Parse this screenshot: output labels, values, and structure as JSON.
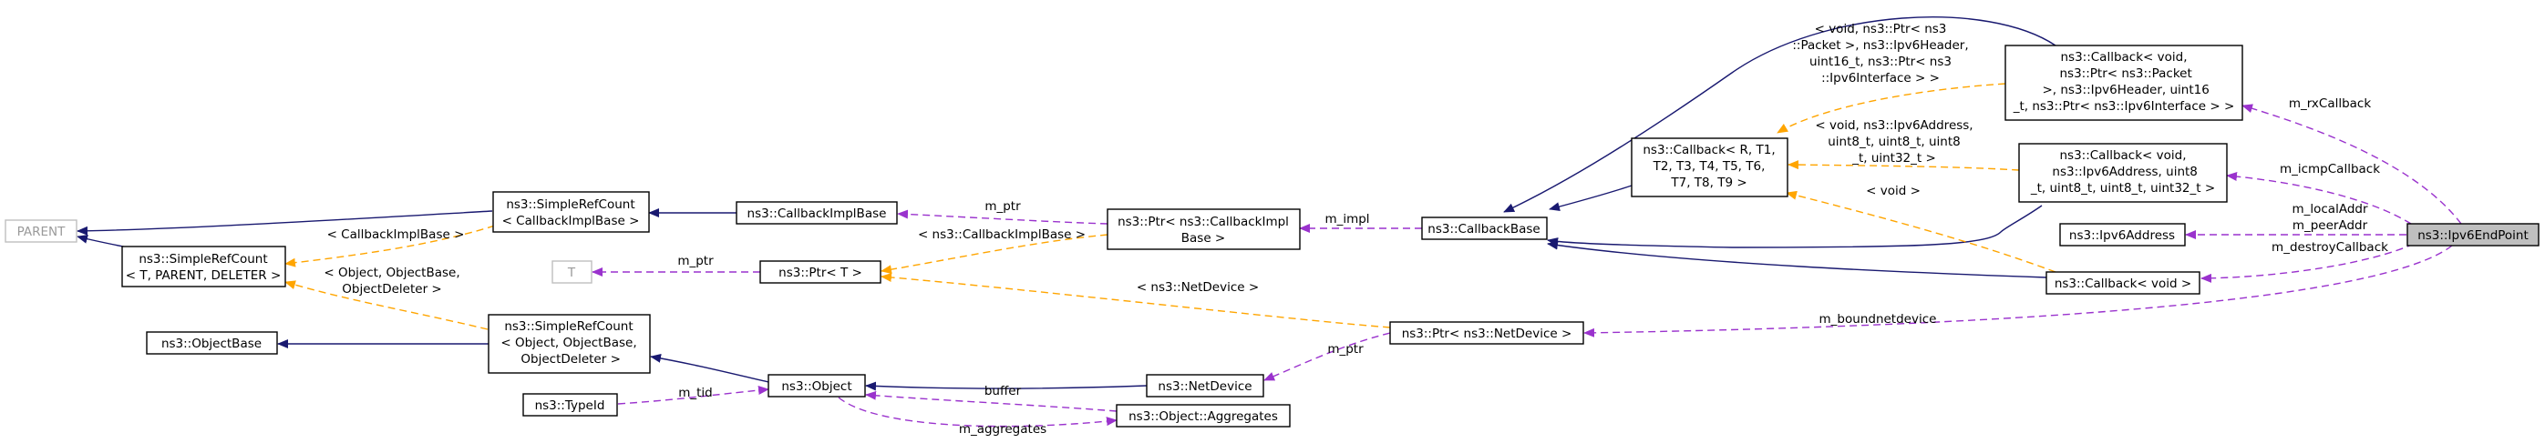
{
  "nodes": {
    "parent": [
      "PARENT"
    ],
    "srcCallbackImpl": [
      "ns3::SimpleRefCount",
      "< CallbackImplBase >"
    ],
    "srcTParent": [
      "ns3::SimpleRefCount",
      "< T, PARENT, DELETER >"
    ],
    "callbackImplBase": [
      "ns3::CallbackImplBase"
    ],
    "ptrCallbackImpl": [
      "ns3::Ptr< ns3::CallbackImpl",
      "Base >"
    ],
    "t": [
      "T"
    ],
    "ptrT": [
      "ns3::Ptr< T >"
    ],
    "callbackBase": [
      "ns3::CallbackBase"
    ],
    "callbackGeneric": [
      "ns3::Callback< R, T1,",
      "T2, T3, T4, T5, T6,",
      "T7, T8, T9 >"
    ],
    "callbackRx": [
      "ns3::Callback< void,",
      " ns3::Ptr< ns3::Packet",
      " >, ns3::Ipv6Header, uint16",
      "_t, ns3::Ptr< ns3::Ipv6Interface > >"
    ],
    "callbackIcmp": [
      "ns3::Callback< void,",
      " ns3::Ipv6Address, uint8",
      "_t, uint8_t, uint8_t, uint32_t >"
    ],
    "ipv6Address": [
      "ns3::Ipv6Address"
    ],
    "callbackVoid": [
      "ns3::Callback< void >"
    ],
    "ipv6EndPoint": [
      "ns3::Ipv6EndPoint"
    ],
    "objectBase": [
      "ns3::ObjectBase"
    ],
    "srcObject": [
      "ns3::SimpleRefCount",
      "< Object, ObjectBase,",
      " ObjectDeleter >"
    ],
    "object": [
      "ns3::Object"
    ],
    "netDevice": [
      "ns3::NetDevice"
    ],
    "ptrNetDevice": [
      "ns3::Ptr< ns3::NetDevice >"
    ],
    "typeId": [
      "ns3::TypeId"
    ],
    "aggregates": [
      "ns3::Object::Aggregates"
    ]
  },
  "edge_labels": {
    "callbackImplBaseTmpl1": [
      "< CallbackImplBase >"
    ],
    "objectTmpl": [
      "< Object, ObjectBase,",
      "ObjectDeleter >"
    ],
    "mPtr1": [
      "m_ptr"
    ],
    "callbackImplBaseTmpl2": [
      "< ns3::CallbackImplBase >"
    ],
    "mPtr2": [
      "m_ptr"
    ],
    "mImpl": [
      "m_impl"
    ],
    "netDeviceTmpl": [
      "< ns3::NetDevice >"
    ],
    "mPtr3": [
      "m_ptr"
    ],
    "buffer": [
      "buffer"
    ],
    "mAggregates": [
      "m_aggregates"
    ],
    "mTid": [
      "m_tid"
    ],
    "rxTmpl": [
      "< void, ns3::Ptr< ns3",
      "::Packet >, ns3::Ipv6Header,",
      "uint16_t, ns3::Ptr< ns3",
      "::Ipv6Interface > >"
    ],
    "icmpTmpl": [
      "< void, ns3::Ipv6Address,",
      "uint8_t, uint8_t, uint8",
      "_t, uint32_t >"
    ],
    "voidTmpl": [
      "< void >"
    ],
    "mRxCallback": [
      "m_rxCallback"
    ],
    "mIcmpCallback": [
      "m_icmpCallback"
    ],
    "mLocalPeerAddr": [
      "m_localAddr",
      "m_peerAddr"
    ],
    "mDestroyCallback": [
      "m_destroyCallback"
    ],
    "mBoundnetdevice": [
      "m_boundnetdevice"
    ]
  },
  "colors": {
    "inheritance": "#191970",
    "usage": "#9a32cd",
    "template": "#ffa500",
    "focus_fill": "#bfbfbf",
    "external_border": "#bfbfbf"
  }
}
